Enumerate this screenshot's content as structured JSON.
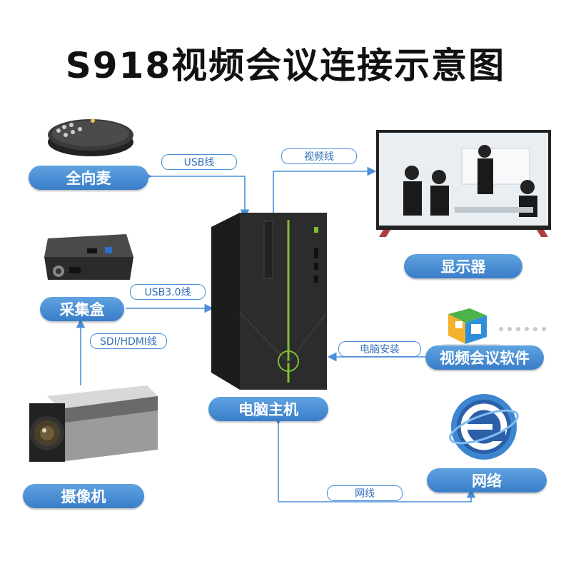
{
  "title": "S918视频会议连接示意图",
  "nodes": {
    "mic": "全向麦",
    "capture": "采集盒",
    "camera": "摄像机",
    "pc": "电脑主机",
    "display": "显示器",
    "software": "视频会议软件",
    "network": "网络"
  },
  "edges": {
    "usb": "USB线",
    "usb3": "USB3.0线",
    "sdi": "SDI/HDMI线",
    "video": "视频线",
    "install": "电脑安装",
    "net": "网线"
  },
  "colors": {
    "node_blue": "#3a7dc9",
    "line_blue": "#4a8fd8",
    "pc_green": "#7dc12e"
  }
}
